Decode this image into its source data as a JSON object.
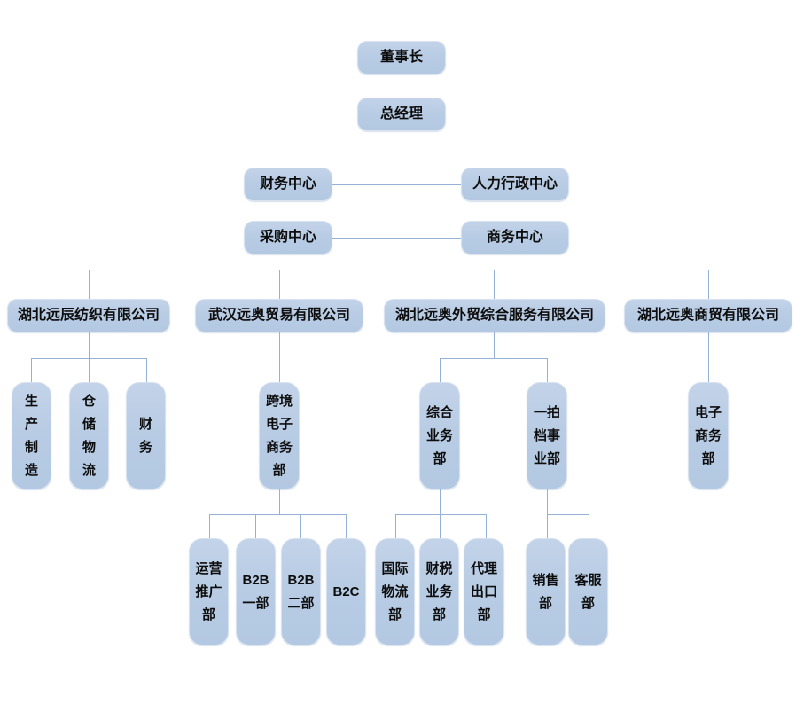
{
  "diagram": {
    "type": "org-chart",
    "colors": {
      "node_fill": "#b8cce4",
      "node_fill_highlight": "#c3d3e9",
      "node_border": "#d8e2f0",
      "connector": "#94b2d6",
      "text": "#0d0d0d",
      "background": "#ffffff"
    },
    "structure": {
      "label": "董事长",
      "reports": [
        {
          "label": "总经理",
          "staff_centers": [
            "财务中心",
            "人力行政中心",
            "采购中心",
            "商务中心"
          ],
          "subsidiaries": [
            {
              "label": "湖北远辰纺织有限公司",
              "departments": [
                "生产制造",
                "仓储物流",
                "财务"
              ]
            },
            {
              "label": "武汉远奥贸易有限公司",
              "departments": [
                {
                  "label": "跨境电子商务部",
                  "teams": [
                    "运营推广部",
                    "B2B一部",
                    "B2B二部",
                    "B2C"
                  ]
                }
              ]
            },
            {
              "label": "湖北远奥外贸综合服务有限公司",
              "departments": [
                {
                  "label": "综合业务部",
                  "teams": [
                    "国际物流部",
                    "财税业务部",
                    "代理出口部"
                  ]
                },
                {
                  "label": "一拍档事业部",
                  "teams": [
                    "销售部",
                    "客服部"
                  ]
                }
              ]
            },
            {
              "label": "湖北远奥商贸有限公司",
              "departments": [
                "电子商务部"
              ]
            }
          ]
        }
      ]
    }
  },
  "nodes": {
    "chairman": {
      "label": "董事长"
    },
    "general_manager": {
      "label": "总经理"
    },
    "finance_center": {
      "label": "财务中心"
    },
    "hr_admin_center": {
      "label": "人力行政中心"
    },
    "procurement_center": {
      "label": "采购中心"
    },
    "business_center": {
      "label": "商务中心"
    },
    "company_textile": {
      "label": "湖北远辰纺织有限公司"
    },
    "company_trading": {
      "label": "武汉远奥贸易有限公司"
    },
    "company_foreign_trade_service": {
      "label": "湖北远奥外贸综合服务有限公司"
    },
    "company_commerce": {
      "label": "湖北远奥商贸有限公司"
    },
    "production_manufacturing": {
      "label": "生\n产\n制\n造"
    },
    "warehousing_logistics": {
      "label": "仓\n储\n物\n流"
    },
    "finance_dept": {
      "label": "财\n务"
    },
    "cross_border_ecommerce_dept": {
      "label": "跨境\n电子\n商务\n部"
    },
    "comprehensive_business_dept": {
      "label": "综合\n业务\n部"
    },
    "yipaidang_division": {
      "label": "一拍\n档事\n业部"
    },
    "ecommerce_dept": {
      "label": "电子\n商务\n部"
    },
    "operations_promotion_dept": {
      "label": "运营\n推广\n部"
    },
    "b2b_dept_1": {
      "label": "B2B\n一部"
    },
    "b2b_dept_2": {
      "label": "B2B\n二部"
    },
    "b2c": {
      "label": "B2C"
    },
    "intl_logistics_dept": {
      "label": "国际\n物流\n部"
    },
    "finance_tax_dept": {
      "label": "财税\n业务\n部"
    },
    "agency_export_dept": {
      "label": "代理\n出口\n部"
    },
    "sales_dept": {
      "label": "销售\n部"
    },
    "customer_service_dept": {
      "label": "客服\n部"
    }
  }
}
